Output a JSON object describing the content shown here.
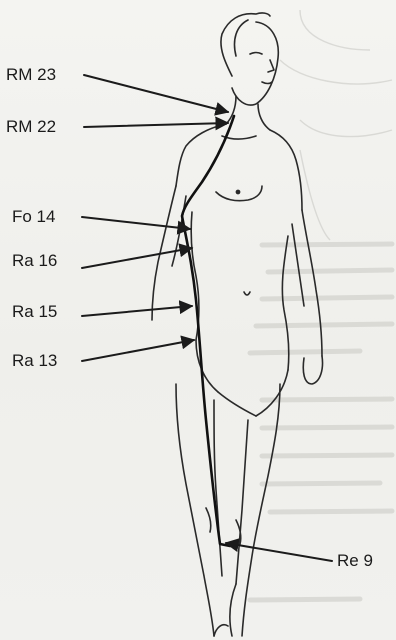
{
  "diagram": {
    "points": [
      {
        "id": "rm23",
        "label": "RM 23"
      },
      {
        "id": "rm22",
        "label": "RM 22"
      },
      {
        "id": "fo14",
        "label": "Fo 14"
      },
      {
        "id": "ra16",
        "label": "Ra 16"
      },
      {
        "id": "ra15",
        "label": "Ra 15"
      },
      {
        "id": "ra13",
        "label": "Ra 13"
      },
      {
        "id": "re9",
        "label": "Re 9"
      }
    ]
  }
}
